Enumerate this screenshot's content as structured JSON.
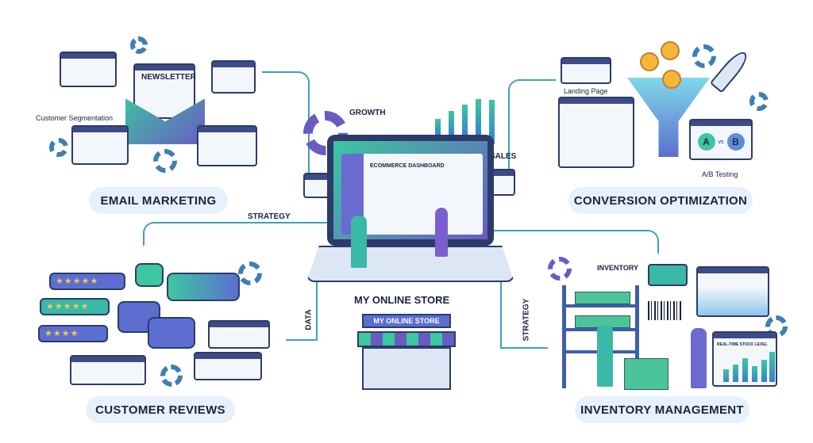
{
  "sections": {
    "email_marketing": {
      "title": "EMAIL MARKETING",
      "newsletter": "NEWSLETTER",
      "segmentation": "Customer Segmentation"
    },
    "conversion": {
      "title": "CONVERSION OPTIMIZATION",
      "landing_page": "Landing Page",
      "ab_testing": "A/B Testing",
      "variant_a": "A",
      "vs": "vs",
      "variant_b": "B"
    },
    "reviews": {
      "title": "CUSTOMER REVIEWS"
    },
    "inventory": {
      "title": "INVENTORY MANAGEMENT",
      "inventory_label": "INVENTORY",
      "stock_chart": "REAL-TIME STOCK LEVEL"
    },
    "center": {
      "growth": "GROWTH",
      "sales": "SALES",
      "strategy_left": "STRATEGY",
      "strategy_right": "STRATEGY",
      "data": "DATA",
      "dashboard_title": "ECOMMERCE DASHBOARD",
      "store_title": "MY ONLINE STORE",
      "store_sign": "MY ONLINE STORE"
    }
  },
  "colors": {
    "accent_teal": "#3cc7a0",
    "accent_purple": "#6a5bc2",
    "navy": "#2d3b6b",
    "pill_bg": "#e6f1fb"
  }
}
